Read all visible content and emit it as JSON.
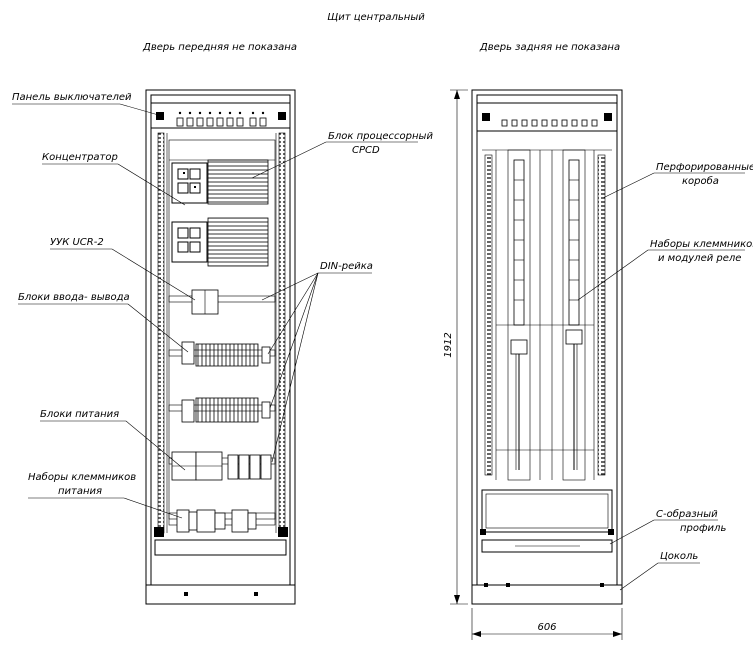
{
  "title": "Щит центральный",
  "front_caption": "Дверь передняя не показана",
  "rear_caption": "Дверь задняя не показана",
  "labels": {
    "switch_panel": "Панель выключателей",
    "hub": "Концентратор",
    "uuk": "УУК UCR-2",
    "io_blocks": "Блоки ввода- вывода",
    "power_blocks": "Блоки питания",
    "power_terminals_1": "Наборы клеммников",
    "power_terminals_2": "питания",
    "cpu_block_1": "Блок процессорный",
    "cpu_block_2": "CPCD",
    "din_rail": "DIN-рейка",
    "perforated_1": "Перфорированные",
    "perforated_2": "короба",
    "terminal_sets_1": "Наборы клеммников",
    "terminal_sets_2": "и модулей реле",
    "c_profile_1": "С-образный",
    "c_profile_2": "профиль",
    "plinth": "Цоколь"
  },
  "dimensions": {
    "height": "1912",
    "width": "606"
  }
}
